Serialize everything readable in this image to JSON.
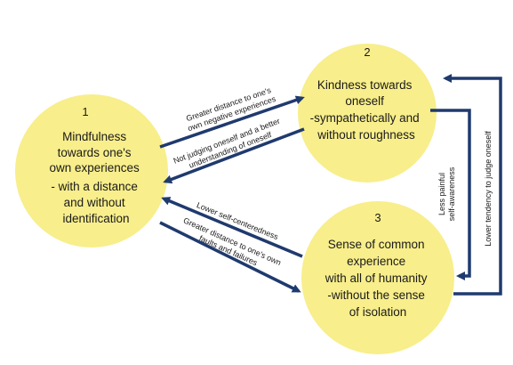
{
  "colors": {
    "circle_fill": "#f8ee8b",
    "arrow": "#1f3a6e"
  },
  "nodes": [
    {
      "number": "1",
      "lines": [
        "Mindfulness",
        "towards one's",
        "own experiences",
        "",
        "- with a distance",
        "and without",
        "identification"
      ]
    },
    {
      "number": "2",
      "lines": [
        "Kindness towards",
        "oneself",
        "-sympathetically and",
        "without roughness"
      ]
    },
    {
      "number": "3",
      "lines": [
        "Sense of common",
        "experience",
        "with all of humanity",
        "-without the sense",
        "of isolation"
      ]
    }
  ],
  "arrow_labels": {
    "one_to_two_top": [
      "Greater distance to one's",
      "own negative experiences"
    ],
    "two_to_one_bottom": [
      "Not judging oneself and a better",
      "understanding of oneself"
    ],
    "three_to_one_top": [
      "Lower self-centeredness"
    ],
    "one_to_three_bottom": [
      "Greater distance to one's own",
      "faults and failures"
    ],
    "two_to_three_inner": [
      "Less painful",
      "self-awareness"
    ],
    "three_to_two_outer": [
      "Lower tendency to judge oneself"
    ]
  }
}
